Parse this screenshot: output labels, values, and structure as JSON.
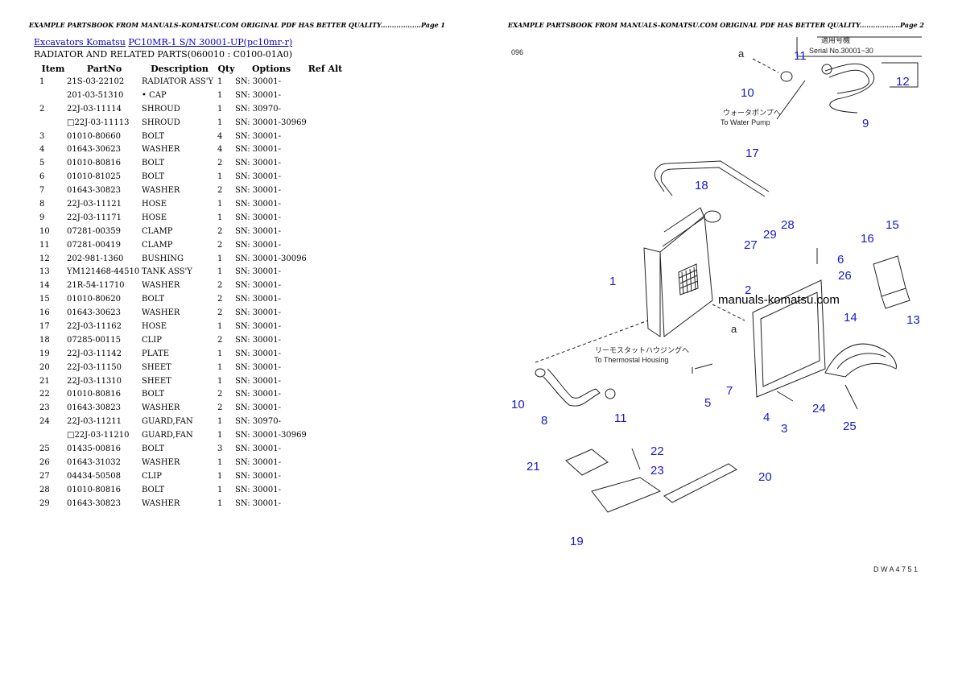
{
  "page1": {
    "header": "EXAMPLE PARTSBOOK FROM MANUALS-KOMATSU.COM ORIGINAL PDF HAS BETTER QUALITY..................Page 1",
    "breadcrumb": {
      "link1": "Excavators Komatsu",
      "link2": "PC10MR-1 S/N 30001-UP(pc10mr-r)"
    },
    "subtitle": "RADIATOR AND RELATED PARTS(060010 : C0100-01A0)",
    "columns": [
      "Item",
      "PartNo",
      "Description",
      "Qty",
      "Options",
      "Ref Alt"
    ],
    "rows": [
      {
        "item": "1",
        "part": "21S-03-22102",
        "desc": "RADIATOR ASS'Y",
        "qty": "1",
        "opt": "SN: 30001-"
      },
      {
        "item": "",
        "part": "201-03-51310",
        "desc": "• CAP",
        "qty": "1",
        "opt": "SN: 30001-"
      },
      {
        "item": "2",
        "part": "22J-03-11114",
        "desc": "SHROUD",
        "qty": "1",
        "opt": "SN: 30970-"
      },
      {
        "item": "",
        "part": "□22J-03-11113",
        "desc": "SHROUD",
        "qty": "1",
        "opt": "SN: 30001-30969"
      },
      {
        "item": "3",
        "part": "01010-80660",
        "desc": "BOLT",
        "qty": "4",
        "opt": "SN: 30001-"
      },
      {
        "item": "4",
        "part": "01643-30623",
        "desc": "WASHER",
        "qty": "4",
        "opt": "SN: 30001-"
      },
      {
        "item": "5",
        "part": "01010-80816",
        "desc": "BOLT",
        "qty": "2",
        "opt": "SN: 30001-"
      },
      {
        "item": "6",
        "part": "01010-81025",
        "desc": "BOLT",
        "qty": "1",
        "opt": "SN: 30001-"
      },
      {
        "item": "7",
        "part": "01643-30823",
        "desc": "WASHER",
        "qty": "2",
        "opt": "SN: 30001-"
      },
      {
        "item": "8",
        "part": "22J-03-11121",
        "desc": "HOSE",
        "qty": "1",
        "opt": "SN: 30001-"
      },
      {
        "item": "9",
        "part": "22J-03-11171",
        "desc": "HOSE",
        "qty": "1",
        "opt": "SN: 30001-"
      },
      {
        "item": "10",
        "part": "07281-00359",
        "desc": "CLAMP",
        "qty": "2",
        "opt": "SN: 30001-"
      },
      {
        "item": "11",
        "part": "07281-00419",
        "desc": "CLAMP",
        "qty": "2",
        "opt": "SN: 30001-"
      },
      {
        "item": "12",
        "part": "202-981-1360",
        "desc": "BUSHING",
        "qty": "1",
        "opt": "SN: 30001-30096"
      },
      {
        "item": "13",
        "part": "YM121468-44510",
        "desc": "TANK ASS'Y",
        "qty": "1",
        "opt": "SN: 30001-"
      },
      {
        "item": "14",
        "part": "21R-54-11710",
        "desc": "WASHER",
        "qty": "2",
        "opt": "SN: 30001-"
      },
      {
        "item": "15",
        "part": "01010-80620",
        "desc": "BOLT",
        "qty": "2",
        "opt": "SN: 30001-"
      },
      {
        "item": "16",
        "part": "01643-30623",
        "desc": "WASHER",
        "qty": "2",
        "opt": "SN: 30001-"
      },
      {
        "item": "17",
        "part": "22J-03-11162",
        "desc": "HOSE",
        "qty": "1",
        "opt": "SN: 30001-"
      },
      {
        "item": "18",
        "part": "07285-00115",
        "desc": "CLIP",
        "qty": "2",
        "opt": "SN: 30001-"
      },
      {
        "item": "19",
        "part": "22J-03-11142",
        "desc": "PLATE",
        "qty": "1",
        "opt": "SN: 30001-"
      },
      {
        "item": "20",
        "part": "22J-03-11150",
        "desc": "SHEET",
        "qty": "1",
        "opt": "SN: 30001-"
      },
      {
        "item": "21",
        "part": "22J-03-11310",
        "desc": "SHEET",
        "qty": "1",
        "opt": "SN: 30001-"
      },
      {
        "item": "22",
        "part": "01010-80816",
        "desc": "BOLT",
        "qty": "2",
        "opt": "SN: 30001-"
      },
      {
        "item": "23",
        "part": "01643-30823",
        "desc": "WASHER",
        "qty": "2",
        "opt": "SN: 30001-"
      },
      {
        "item": "24",
        "part": "22J-03-11211",
        "desc": "GUARD,FAN",
        "qty": "1",
        "opt": "SN: 30970-"
      },
      {
        "item": "",
        "part": "□22J-03-11210",
        "desc": "GUARD,FAN",
        "qty": "1",
        "opt": "SN: 30001-30969"
      },
      {
        "item": "25",
        "part": "01435-00816",
        "desc": "BOLT",
        "qty": "3",
        "opt": "SN: 30001-"
      },
      {
        "item": "26",
        "part": "01643-31032",
        "desc": "WASHER",
        "qty": "1",
        "opt": "SN: 30001-"
      },
      {
        "item": "27",
        "part": "04434-50508",
        "desc": "CLIP",
        "qty": "1",
        "opt": "SN: 30001-"
      },
      {
        "item": "28",
        "part": "01010-80816",
        "desc": "BOLT",
        "qty": "1",
        "opt": "SN: 30001-"
      },
      {
        "item": "29",
        "part": "01643-30823",
        "desc": "WASHER",
        "qty": "1",
        "opt": "SN: 30001-"
      }
    ]
  },
  "page2": {
    "header": "EXAMPLE PARTSBOOK FROM MANUALS-KOMATSU.COM ORIGINAL PDF HAS BETTER QUALITY..................Page 2",
    "watermark": "manuals-komatsu.com",
    "drawing_code_left": "096",
    "serial_note_jp": "適用号機",
    "serial_note": "Serial No.30001~30",
    "water_pump_jp": "ウォータポンプへ",
    "water_pump": "To Water Pump",
    "thermostat_jp": "リーモスタットハウジングへ",
    "thermostat": "To Thermostal Housing",
    "ref_a": "a",
    "footer_code": "D W A 4 7 5 1",
    "callouts": [
      "1",
      "2",
      "3",
      "4",
      "5",
      "6",
      "7",
      "8",
      "9",
      "10",
      "11",
      "12",
      "13",
      "14",
      "15",
      "16",
      "17",
      "18",
      "19",
      "20",
      "21",
      "22",
      "23",
      "24",
      "25",
      "26",
      "27",
      "28",
      "29"
    ],
    "callout_color": "#1a1acc"
  }
}
